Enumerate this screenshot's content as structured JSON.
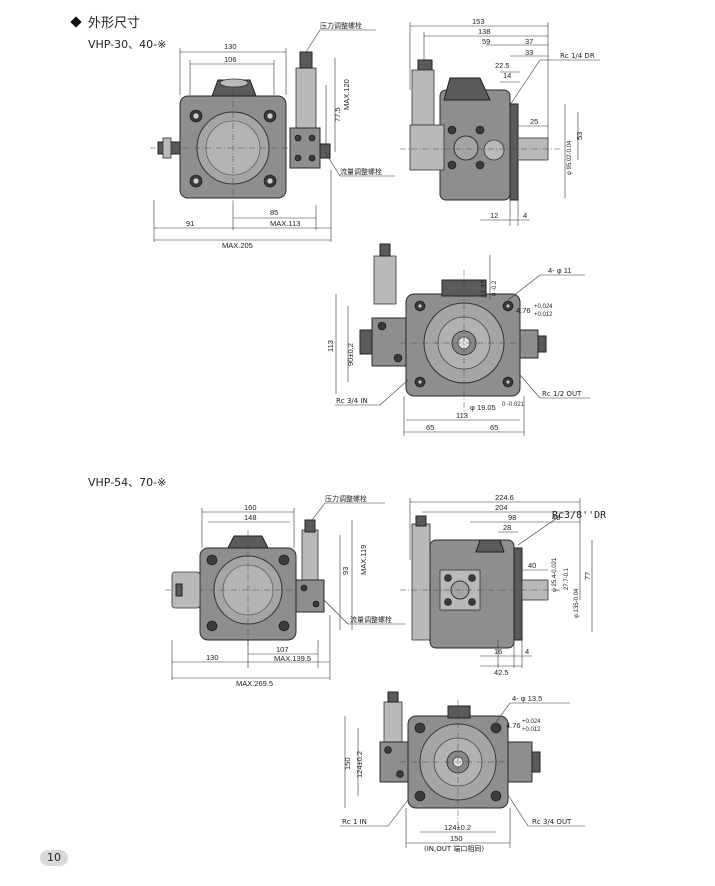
{
  "header": {
    "title": "外形尺寸"
  },
  "models": {
    "top": "VHP-30、40-※",
    "bottom": "VHP-54、70-※"
  },
  "labels": {
    "pressure_screw": "压力调整螺栓",
    "flow_screw": "流量调整螺栓",
    "rc14dr": "Rc 1/4 DR",
    "rc38dr": "Rc3/8''DR",
    "rc34in": "Rc 3/4 IN",
    "rc12out": "Rc 1/2 OUT",
    "rc1in": "Rc 1 IN",
    "rc34out": "Rc 3/4 OUT",
    "inout_note": "(IN,OUT 端口相同)"
  },
  "dims_top_front": {
    "d130": "130",
    "d106": "106",
    "d77_5": "77.5",
    "max120": "MAX.120",
    "d85": "85",
    "max113": "MAX.113",
    "d91": "91",
    "max205": "MAX.205"
  },
  "dims_top_side": {
    "d153": "153",
    "d138": "138",
    "d59": "59",
    "d37": "37",
    "d33": "33",
    "d22_5": "22.5",
    "d14": "14",
    "d25": "25",
    "d53": "53",
    "shaft": "φ 95.02-0.04",
    "d12": "12",
    "d4": "4"
  },
  "dims_top_back": {
    "d21_15": "21.15",
    "d21_15_tol": "0  -0.2",
    "holes": "4- φ 11",
    "key": "4.76",
    "key_tol_up": "+0.024",
    "key_tol_dn": "+0.012",
    "d113v": "113",
    "d90": "90±0.2",
    "shaft": "φ 19.05",
    "shaft_tol": "0  -0.021",
    "d113h": "113",
    "d65a": "65",
    "d65b": "65"
  },
  "dims_bot_front": {
    "d160": "160",
    "d148": "148",
    "d93": "93",
    "max119": "MAX.119",
    "d107": "107",
    "max139_5": "MAX.139.5",
    "d130": "130",
    "max269_5": "MAX.269.5"
  },
  "dims_bot_side": {
    "d224_6": "224.6",
    "d204": "204",
    "d98": "98",
    "d46": "46",
    "d28": "28",
    "d40": "40",
    "phi25_4": "φ 25.4-0.021",
    "d27_7": "27.7-0.1",
    "phi135": "φ 135-0.04",
    "d77": "77",
    "d16": "16",
    "d4": "4",
    "d42_5": "42.5"
  },
  "dims_bot_back": {
    "holes": "4- φ 13.5",
    "key": "4.76",
    "key_tol_up": "+0.024",
    "key_tol_dn": "+0.012",
    "d150v": "150",
    "d124v": "124±0.2",
    "d124h": "124±0.2",
    "d150h": "150"
  },
  "page_number": "10"
}
